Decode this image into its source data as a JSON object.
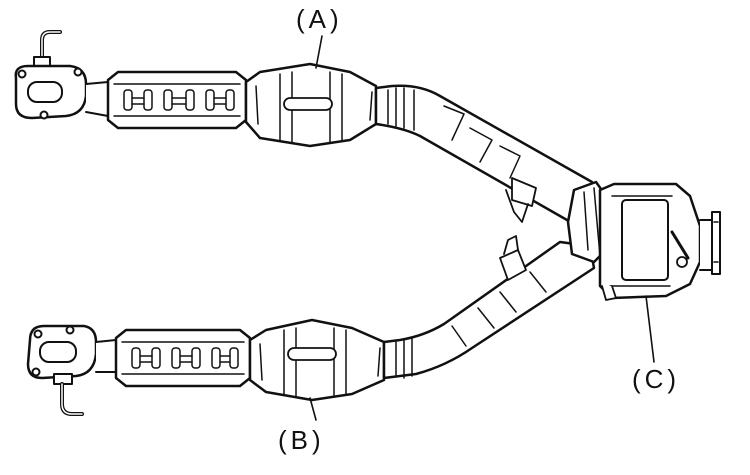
{
  "diagram": {
    "labels": {
      "a": "(A)",
      "b": "(B)",
      "c": "(C)"
    },
    "parts": [
      "upper-catalytic-converter",
      "lower-catalytic-converter",
      "rear-catalytic-converter"
    ],
    "colors": {
      "line": "#111111",
      "fill": "#ffffff"
    }
  }
}
